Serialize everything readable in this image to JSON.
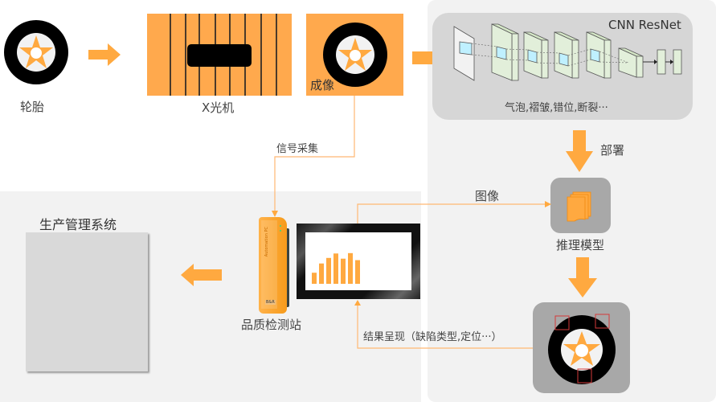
{
  "colors": {
    "accent_orange": "#ffa94d",
    "arrow_orange": "#ffa940",
    "connector_line": "#ffb873",
    "panel_gray": "#f2f2f2",
    "cnn_box": "#d6d6d6",
    "icon_box_gray": "#a8a8a8",
    "defect_marker_red": "#d43a3a",
    "layer_green": "#e2efda",
    "patch_cyan": "#bff0ff"
  },
  "nodes": {
    "tire": {
      "label": "轮胎",
      "icon": "tire-icon"
    },
    "xray": {
      "label": "X光机",
      "icon": "xray-machine-icon"
    },
    "imaging": {
      "label": "成像",
      "icon": "tire-image-icon"
    },
    "cnn": {
      "title": "CNN ResNet",
      "defects": "气泡,褶皱,错位,断裂···",
      "icon": "cnn-architecture-icon"
    },
    "inference": {
      "label": "推理模型",
      "icon": "model-files-icon"
    },
    "result_image": {
      "icon": "tire-defect-result-icon"
    },
    "station": {
      "label": "品质检测站",
      "device_text": "Automation PC",
      "brand": "B&R",
      "icon": "industrial-pc-icon"
    },
    "monitor": {
      "icon": "monitor-chart-icon",
      "chart_bars": [
        0.3,
        0.55,
        0.7,
        0.82,
        0.68,
        0.83,
        0.64
      ]
    },
    "pms": {
      "label": "生产管理系统"
    }
  },
  "edges": {
    "signal": "信号采集",
    "deploy": "部署",
    "image": "图像",
    "result": "结果呈现（缺陷类型,定位···）"
  }
}
